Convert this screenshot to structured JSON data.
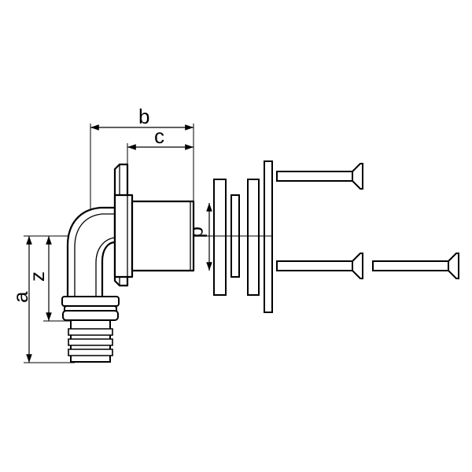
{
  "dimensions": {
    "a": "a",
    "b": "b",
    "c": "c",
    "d": "d",
    "z": "z"
  },
  "colors": {
    "line": "#000000",
    "background": "#ffffff"
  }
}
